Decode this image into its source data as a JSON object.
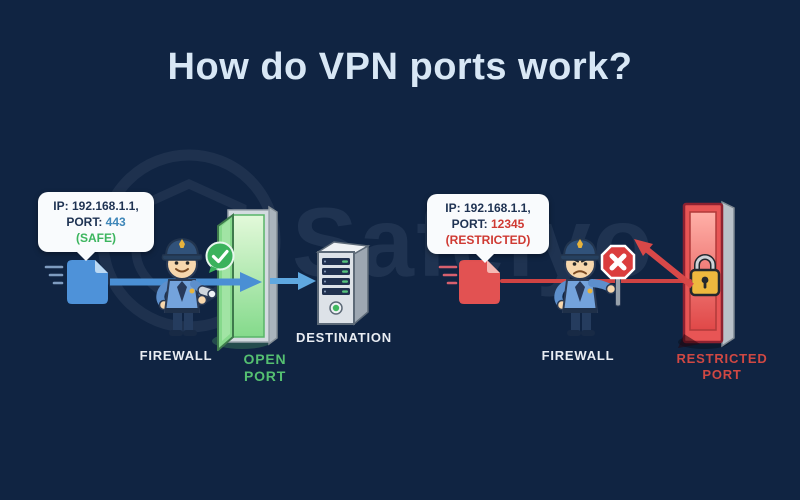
{
  "title": "How do VPN ports work?",
  "watermark": {
    "brand": "Safelyo"
  },
  "palette": {
    "background": "#102442",
    "title_text": "#d8e7f5",
    "safe_green": "#3cb55e",
    "port_number_blue": "#3e86b8",
    "restricted_red": "#cf3a33",
    "packet_blue": "#4e92d9",
    "packet_red": "#e25252",
    "open_port_green": "#55c071",
    "restricted_port_red": "#d04843",
    "label_text": "#e9edf3"
  },
  "left_scene": {
    "bubble": {
      "ip_line": "IP: 192.168.1.1,",
      "port_label": "PORT:",
      "port_value": "443",
      "status": "(SAFE)"
    },
    "firewall_label": "FIREWALL",
    "port_label_line1": "OPEN",
    "port_label_line2": "PORT",
    "destination_label": "DESTINATION"
  },
  "right_scene": {
    "bubble": {
      "ip_line": "IP: 192.168.1.1,",
      "port_label": "PORT:",
      "port_value": "12345",
      "status": "(RESTRICTED)"
    },
    "firewall_label": "FIREWALL",
    "port_label_line1": "RESTRICTED",
    "port_label_line2": "PORT"
  }
}
